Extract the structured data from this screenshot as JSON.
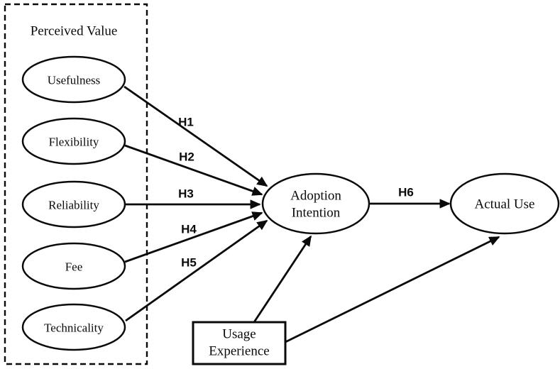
{
  "diagram": {
    "group": {
      "label": "Perceived Value"
    },
    "nodes": {
      "usefulness": {
        "label": "Usefulness"
      },
      "flexibility": {
        "label": "Flexibility"
      },
      "reliability": {
        "label": "Reliability"
      },
      "fee": {
        "label": "Fee"
      },
      "technicality": {
        "label": "Technicality"
      },
      "adoption_intention": {
        "label_line1": "Adoption",
        "label_line2": "Intention"
      },
      "actual_use": {
        "label": "Actual Use"
      },
      "usage_experience": {
        "label_line1": "Usage",
        "label_line2": "Experience"
      }
    },
    "paths": {
      "h1": {
        "label": "H1"
      },
      "h2": {
        "label": "H2"
      },
      "h3": {
        "label": "H3"
      },
      "h4": {
        "label": "H4"
      },
      "h5": {
        "label": "H5"
      },
      "h6": {
        "label": "H6"
      }
    },
    "colors": {
      "line": "#0a0a0a",
      "background": "#ffffff"
    }
  }
}
